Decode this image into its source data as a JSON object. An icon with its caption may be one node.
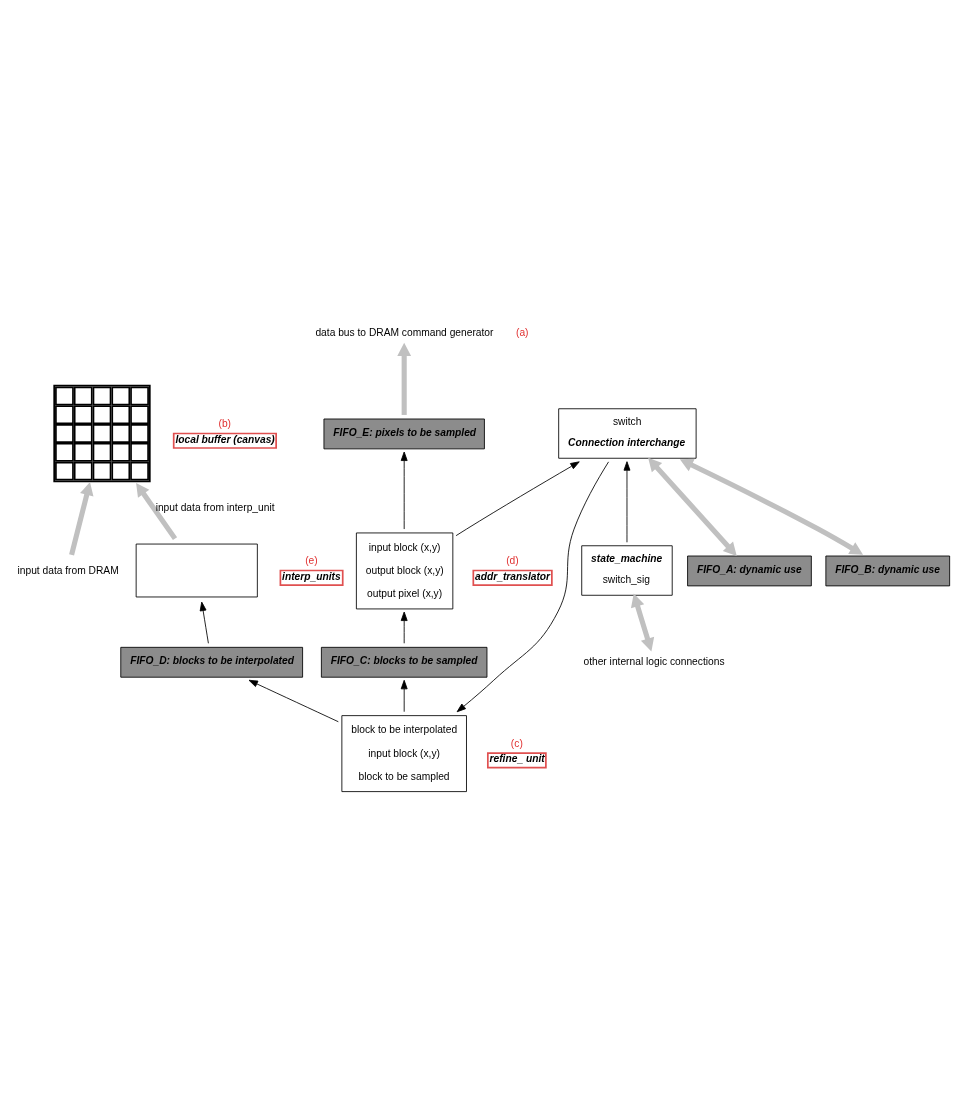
{
  "diagram": {
    "nodes": [
      {
        "text": [],
        "shape": "picture",
        "beside": [
          "(b)",
          "local buffer (canvas)"
        ]
      },
      {
        "text": [
          "input data from DRAM"
        ]
      },
      {
        "text": [],
        "shape": "box",
        "beside": [
          "(e)",
          "interp_units"
        ]
      },
      {
        "text": [
          "FIFO_D: blocks to be interpolated"
        ]
      },
      {
        "text": [
          "block to be interpolated",
          "input block (x,y)",
          "block to be sampled"
        ],
        "beside": [
          "(c)",
          "refine_ unit"
        ]
      },
      {
        "text": [
          "FIFO_C: blocks to be sampled"
        ]
      },
      {
        "text": [
          "input block (x,y)",
          "output block (x,y)",
          "output pixel (x,y)"
        ],
        "beside": [
          "(d)",
          "addr_translator"
        ]
      },
      {
        "text": [
          "FIFO_E: pixels to be sampled"
        ]
      },
      {
        "text": [
          "data bus to DRAM command generator"
        ],
        "beside": [
          "(a)"
        ]
      },
      {
        "text": [
          "state_machine",
          "switch_sig"
        ]
      },
      {
        "text": [
          "other internal logic connections"
        ]
      },
      {
        "text": [
          "switch",
          "Connection interchange"
        ]
      },
      {
        "text": [
          "FIFO_A: dynamic use"
        ]
      },
      {
        "text": [
          "FIFO_B: dynamic use"
        ]
      }
    ],
    "edges": [
      {
        "from": 1,
        "to": 0,
        "arrow": "to",
        "style": "thick",
        "color": "#c0c0c0"
      },
      {
        "from": 2,
        "to": 0,
        "arrow": "to",
        "label": "input data from interp_unit",
        "style": "thick",
        "color": "#c0c0c0"
      },
      {
        "from": 3,
        "to": 2,
        "arrow": "to"
      },
      {
        "from": 4,
        "to": 3,
        "arrow": "to"
      },
      {
        "from": 11,
        "to": 4,
        "arrow": "to"
      },
      {
        "from": 4,
        "to": 5,
        "arrow": "to"
      },
      {
        "from": 5,
        "to": 6,
        "arrow": "to"
      },
      {
        "from": 6,
        "to": 11,
        "arrow": "to"
      },
      {
        "from": 6,
        "to": 7,
        "arrow": "to"
      },
      {
        "from": 7,
        "to": 8,
        "arrow": "to",
        "style": "thick",
        "color": "#c0c0c0"
      },
      {
        "from": 10,
        "to": 9,
        "arrow": "both",
        "style": "thick",
        "color": "#c0c0c0"
      },
      {
        "from": 9,
        "to": 11,
        "arrow": "to"
      },
      {
        "from": 12,
        "to": 11,
        "arrow": "both",
        "style": "thick",
        "color": "#c0c0c0"
      },
      {
        "from": 13,
        "to": 11,
        "arrow": "both",
        "style": "thick",
        "color": "#c0c0c0"
      }
    ]
  }
}
